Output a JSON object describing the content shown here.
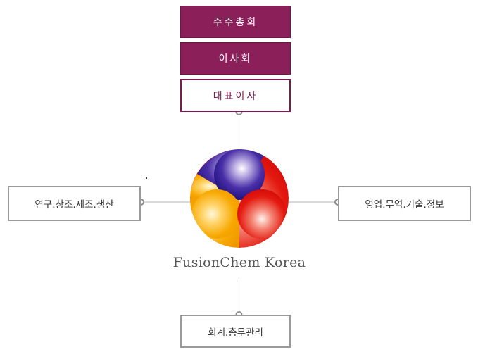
{
  "org_chart": {
    "shareholders_meeting": "주주총회",
    "board_of_directors": "이사회",
    "ceo": "대표이사",
    "rnd_production": "연구.창조.제조.생산",
    "sales_trade": "영업.무역.기술.정보",
    "accounting_admin": "회계.총무관리"
  },
  "company": {
    "name": "FusionChem Korea"
  },
  "colors": {
    "accent": "#8a1f5a",
    "outline_gray": "#9a9a9a",
    "logo_blue": "#2a1a8c",
    "logo_red": "#e01010",
    "logo_yellow": "#f7a800"
  }
}
